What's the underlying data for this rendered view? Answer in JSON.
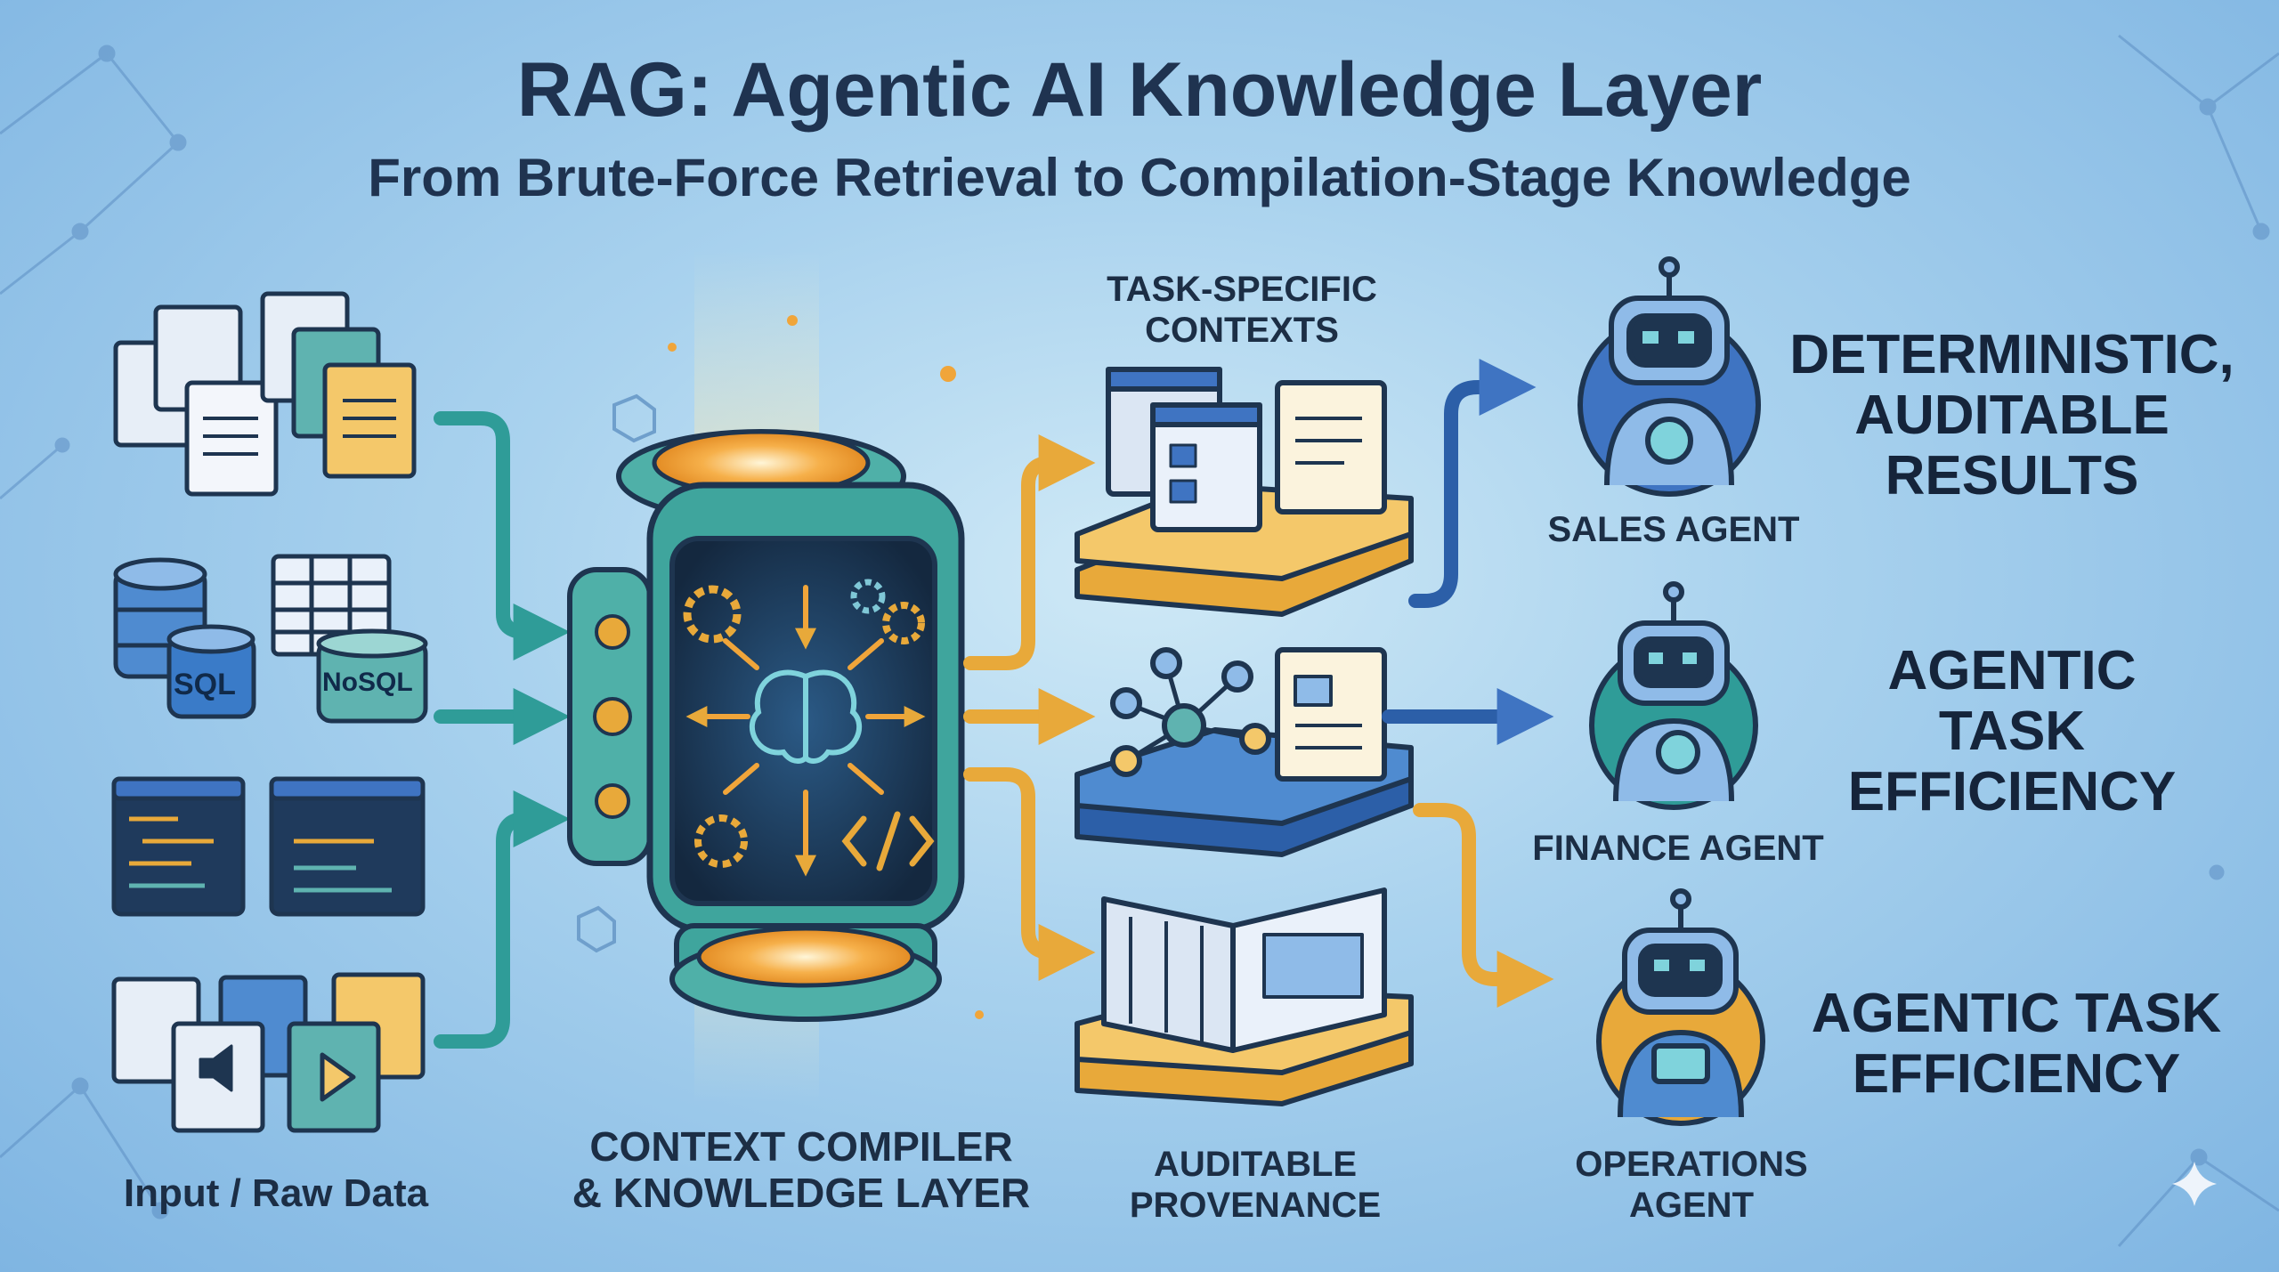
{
  "title": "RAG: Agentic AI Knowledge Layer",
  "subtitle": "From Brute-Force Retrieval to Compilation-Stage Knowledge",
  "sections": {
    "input": "Input / Raw Data",
    "compiler": [
      "CONTEXT COMPILER",
      "& KNOWLEDGE LAYER"
    ],
    "contexts": [
      "TASK-SPECIFIC",
      "CONTEXTS"
    ],
    "provenance": [
      "AUDITABLE",
      "PROVENANCE"
    ]
  },
  "inputs": {
    "sql": "SQL",
    "nosql": "NoSQL"
  },
  "agents": [
    {
      "name": [
        "SALES AGENT"
      ],
      "result": [
        "DETERMINISTIC,",
        "AUDITABLE",
        "RESULTS"
      ]
    },
    {
      "name": [
        "FINANCE AGENT"
      ],
      "result": [
        "AGENTIC",
        "TASK",
        "EFFICIENCY"
      ]
    },
    {
      "name": [
        "OPERATIONS",
        "AGENT"
      ],
      "result": [
        "AGENTIC TASK",
        "EFFICIENCY"
      ]
    }
  ],
  "colors": {
    "teal": "#2f9c98",
    "navy": "#1e3550",
    "gold": "#e8a93a",
    "blue": "#3f74c2",
    "orange": "#f0a53a"
  }
}
